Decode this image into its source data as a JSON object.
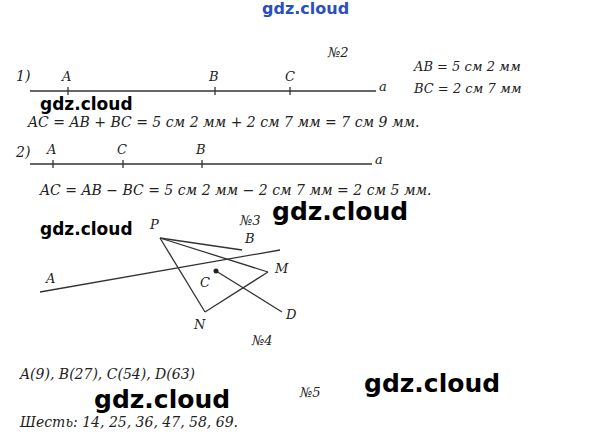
{
  "diagram": {
    "labels": [
      "gdz.cloud",
      "№2",
      "1)",
      "A",
      "B",
      "C",
      "a",
      "AB = 5 см 2 мм",
      "BC = 2 см 7 мм",
      "gdz.cloud",
      "AC = AB + BC = 5 см 2 мм + 2 см 7 мм = 7 см 9 мм.",
      "2)",
      "A",
      "C",
      "B",
      "a",
      "AC = AB − BC = 5 см 2 мм − 2 см 7 мм = 2 см 5 мм.",
      "gdz.cloud",
      "№3",
      "gdz.cloud",
      "P",
      "B",
      "M",
      "C",
      "A",
      "N",
      "D",
      "№4",
      "A(9), B(27), C(54), D(63)",
      "gdz.cloud",
      "gdz.cloud",
      "№5",
      "Шесть: 14, 25, 36, 47, 58, 69."
    ]
  }
}
